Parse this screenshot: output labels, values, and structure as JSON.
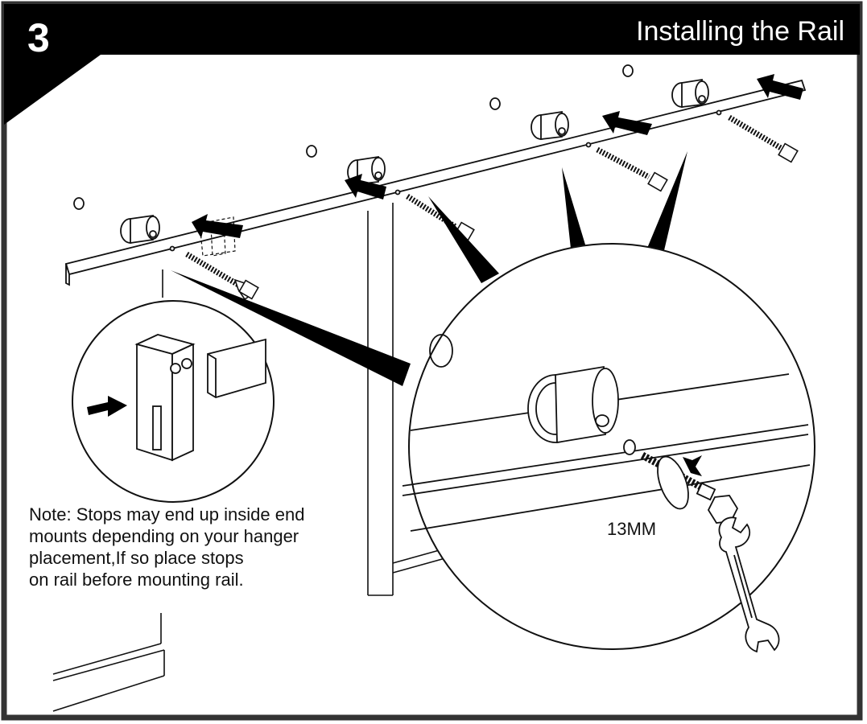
{
  "step": {
    "number": "3",
    "title": "Installing the Rail"
  },
  "note": {
    "lines": [
      "Note: Stops may end up inside end",
      "mounts depending on your hanger",
      "placement,If so place stops",
      "on rail before mounting rail."
    ]
  },
  "callouts": {
    "wrench_size": "13MM"
  },
  "colors": {
    "header": "#000000",
    "border": "#333333",
    "line": "#111111"
  }
}
